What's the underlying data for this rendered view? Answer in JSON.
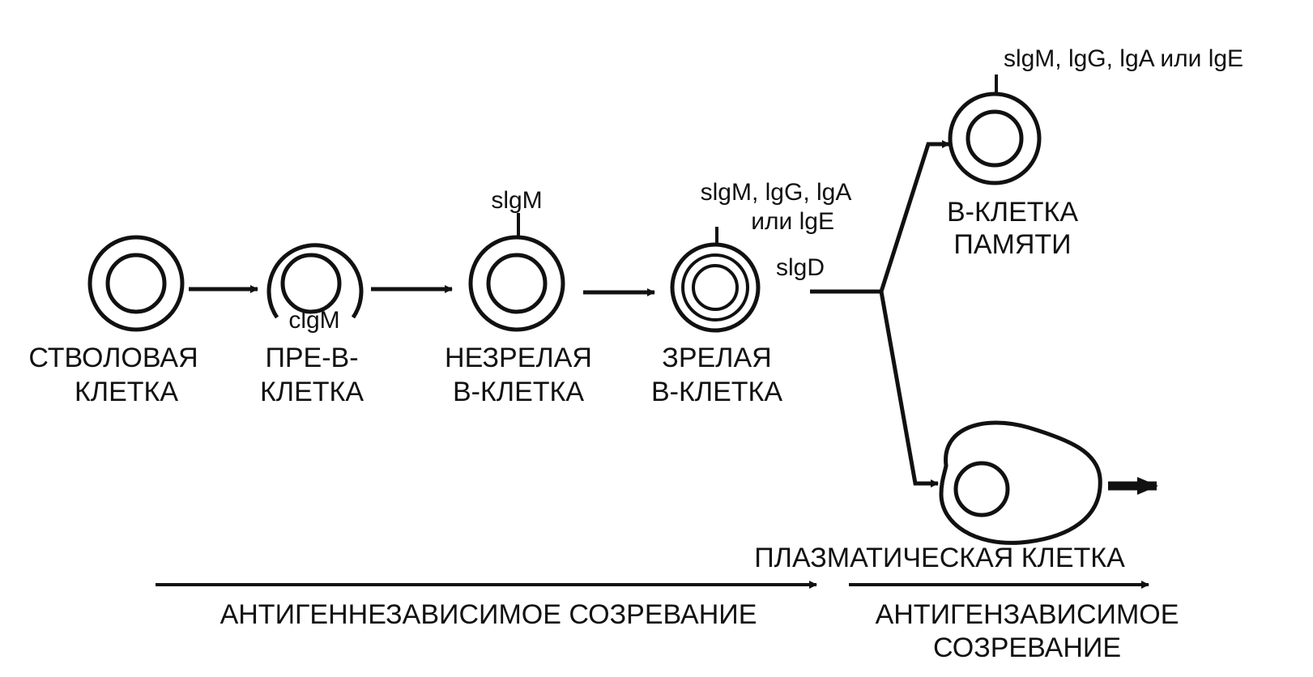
{
  "colors": {
    "ink": "#111111",
    "background": "#ffffff"
  },
  "cells": {
    "stem": {
      "line1": "СТВОЛОВАЯ",
      "line2": "КЛЕТКА"
    },
    "pre_b": {
      "line1": "ПРЕ-В-",
      "line2": "КЛЕТКА",
      "marker": "clgM"
    },
    "immature": {
      "line1": "НЕЗРЕЛАЯ",
      "line2": "В-КЛЕТКА",
      "marker": "slgM"
    },
    "mature": {
      "line1": "ЗРЕЛАЯ",
      "line2": "В-КЛЕТКА",
      "marker1": "slgM, lgG, lgA",
      "marker2": "или lgE",
      "marker_side": "slgD"
    },
    "memory": {
      "line1": "В-КЛЕТКА",
      "line2": "ПАМЯТИ",
      "marker": "slgM, lgG, lgA  или lgE"
    },
    "plasma": {
      "label": "ПЛАЗМАТИЧЕСКАЯ КЛЕТКА"
    }
  },
  "phases": {
    "independent": {
      "label": "АНТИГЕННЕЗАВИСИМОЕ СОЗРЕВАНИЕ"
    },
    "dependent": {
      "line1": "АНТИГЕНЗАВИСИМОЕ",
      "line2": "СОЗРЕВАНИЕ"
    }
  }
}
